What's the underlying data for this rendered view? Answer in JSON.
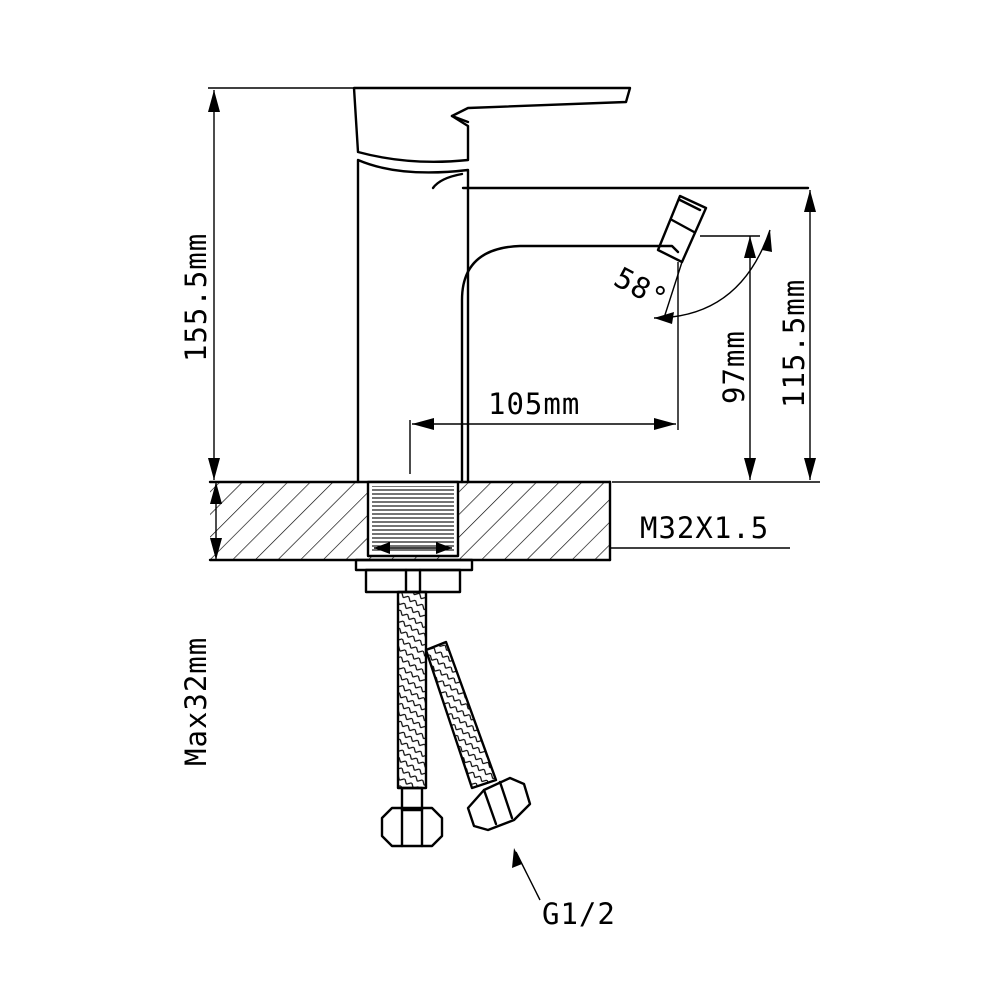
{
  "drawing": {
    "labels": {
      "total_height": "155.5mm",
      "spout_reach": "105mm",
      "spout_angle": "58°",
      "outlet_height": "97mm",
      "spout_top_height": "115.5mm",
      "mount_thread": "M32X1.5",
      "max_counter_thickness": "Max32mm",
      "hose_connection": "G1/2"
    }
  }
}
